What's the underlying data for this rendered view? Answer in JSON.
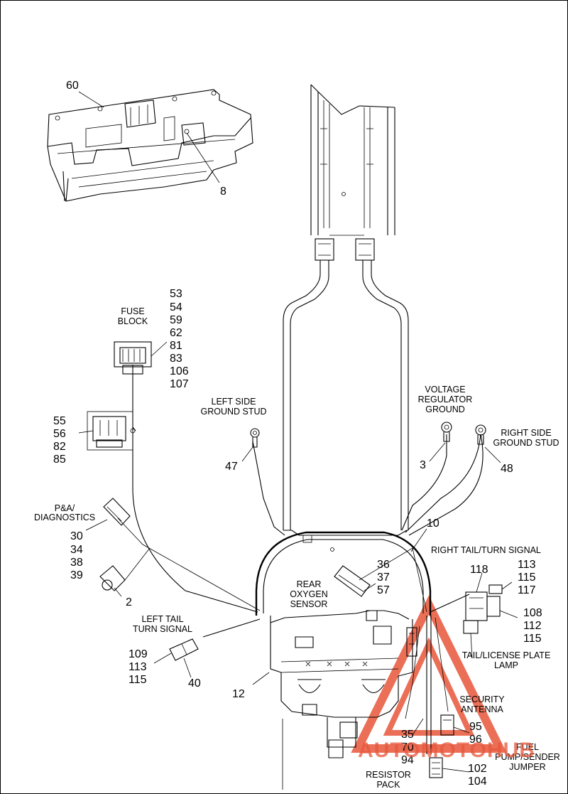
{
  "callouts": {
    "c60": "60",
    "c8": "8",
    "c53": "53",
    "c54": "54",
    "c59": "59",
    "c62": "62",
    "c81": "81",
    "c83": "83",
    "c106": "106",
    "c107": "107",
    "c55": "55",
    "c56": "56",
    "c82": "82",
    "c85": "85",
    "c47": "47",
    "c3": "3",
    "c48": "48",
    "c10": "10",
    "c30": "30",
    "c34": "34",
    "c38": "38",
    "c39": "39",
    "c2": "2",
    "c36": "36",
    "c37": "37",
    "c57": "57",
    "c118": "118",
    "c113a": "113",
    "c115a": "115",
    "c117": "117",
    "c108": "108",
    "c112": "112",
    "c115b": "115",
    "c109": "109",
    "c113b": "113",
    "c115c": "115",
    "c40": "40",
    "c12": "12",
    "c95": "95",
    "c96": "96",
    "c35": "35",
    "c70": "70",
    "c94": "94",
    "c102": "102",
    "c104": "104"
  },
  "labels": {
    "fuse_block": [
      "FUSE",
      "BLOCK"
    ],
    "left_ground": [
      "LEFT SIDE",
      "GROUND STUD"
    ],
    "voltage_reg": [
      "VOLTAGE",
      "REGULATOR",
      "GROUND"
    ],
    "right_ground": [
      "RIGHT SIDE",
      "GROUND STUD"
    ],
    "pa_diag": [
      "P&A/",
      "DIAGNOSTICS"
    ],
    "rear_o2": [
      "REAR",
      "OXYGEN",
      "SENSOR"
    ],
    "right_tail": [
      "RIGHT  TAIL/TURN SIGNAL"
    ],
    "left_tail": [
      "LEFT  TAIL",
      "TURN SIGNAL"
    ],
    "tail_license": [
      "TAIL/LICENSE PLATE",
      "LAMP"
    ],
    "security": [
      "SECURITY",
      "ANTENNA"
    ],
    "fuel_pump": [
      "FUEL",
      "PUMP/SENDER",
      "JUMPER"
    ],
    "resistor": [
      "RESISTOR",
      "PACK"
    ]
  },
  "watermark": {
    "text": "AUTOMOTOHUB",
    "color": "#e8563a"
  }
}
